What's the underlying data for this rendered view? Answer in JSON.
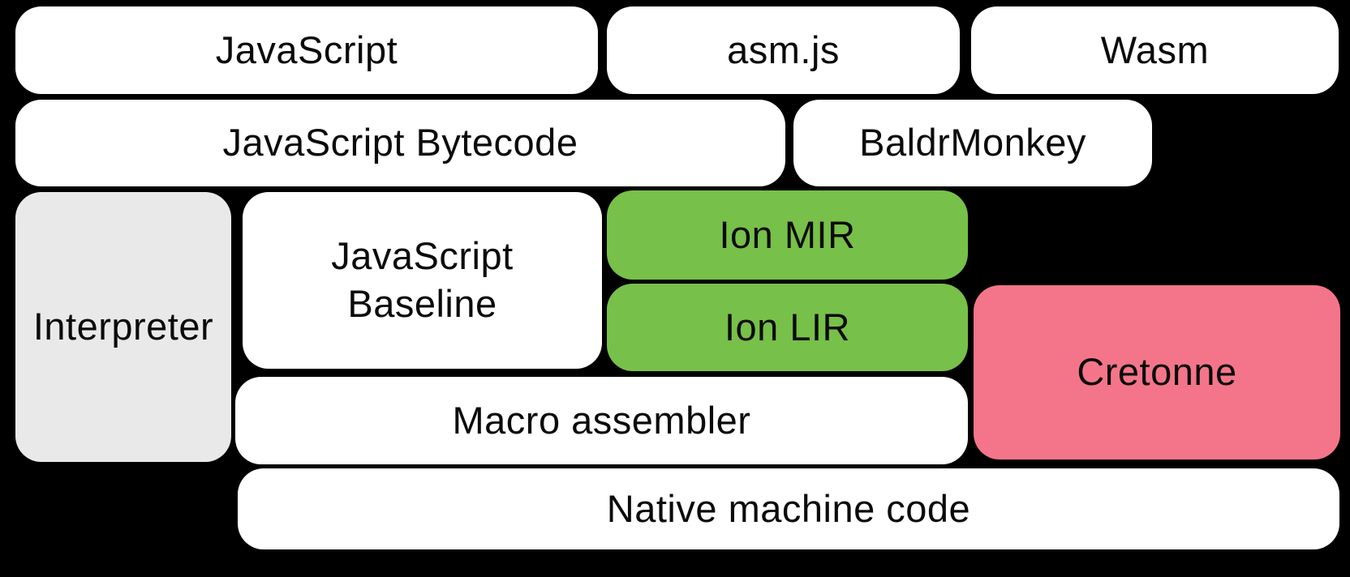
{
  "colors": {
    "background": "#000000",
    "box-white": "#ffffff",
    "box-gray": "#e9e9e9",
    "box-green": "#77c04a",
    "box-pink": "#f4758a",
    "text": "#0b0b0b"
  },
  "boxes": {
    "javascript": {
      "label": "JavaScript"
    },
    "asmjs": {
      "label": "asm.js"
    },
    "wasm": {
      "label": "Wasm"
    },
    "bytecode": {
      "label": "JavaScript Bytecode"
    },
    "baldrmonkey": {
      "label": "BaldrMonkey"
    },
    "interpreter": {
      "label": "Interpreter"
    },
    "baseline": {
      "label": "JavaScript Baseline"
    },
    "ion_mir": {
      "label": "Ion MIR"
    },
    "ion_lir": {
      "label": "Ion LIR"
    },
    "cretonne": {
      "label": "Cretonne"
    },
    "macro_assembler": {
      "label": "Macro assembler"
    },
    "native_code": {
      "label": "Native machine code"
    }
  }
}
